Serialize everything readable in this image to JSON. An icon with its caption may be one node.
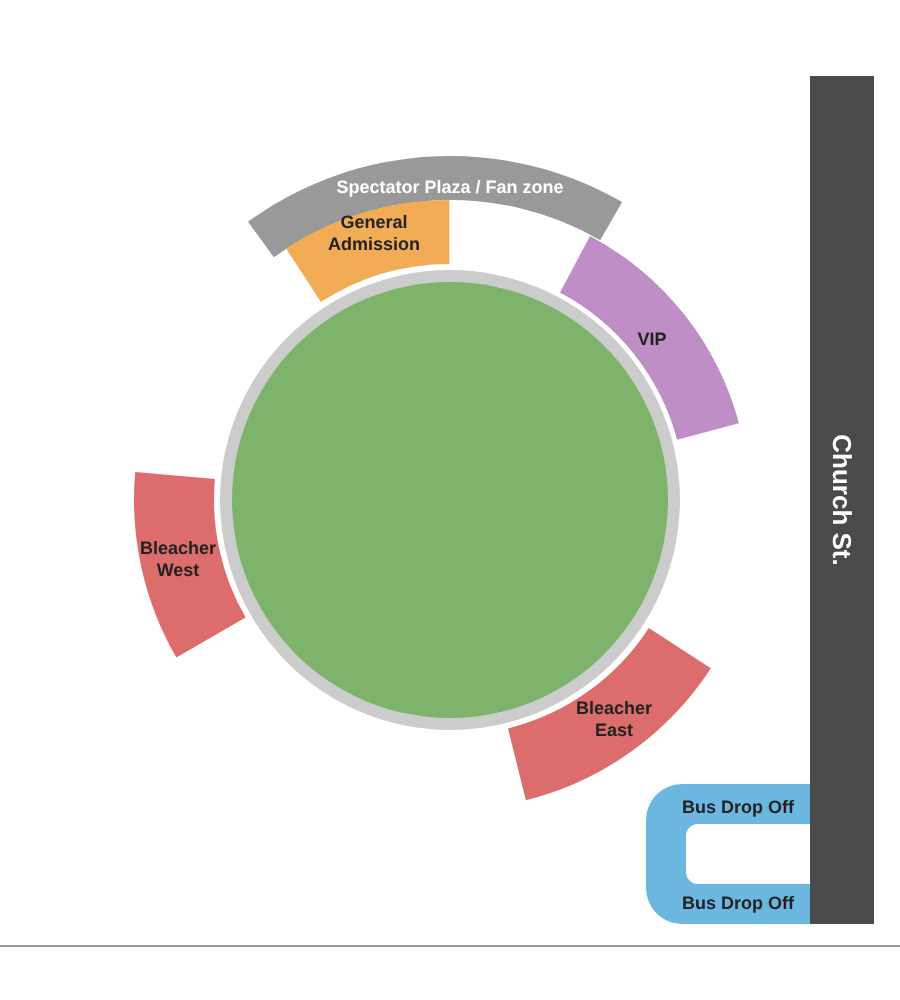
{
  "diagram": {
    "nodes": [
      {
        "text": [
          "Spectator Plaza / Fan zone"
        ]
      },
      {
        "text": [
          "General Admission"
        ]
      },
      {
        "text": [
          "VIP"
        ]
      },
      {
        "text": [
          "Church St."
        ]
      },
      {
        "text": [
          "Bleacher West"
        ]
      },
      {
        "text": [
          "Bleacher East"
        ]
      },
      {
        "text": [
          "Bus Drop Off",
          "Bus Drop Off"
        ]
      }
    ],
    "edges": []
  }
}
